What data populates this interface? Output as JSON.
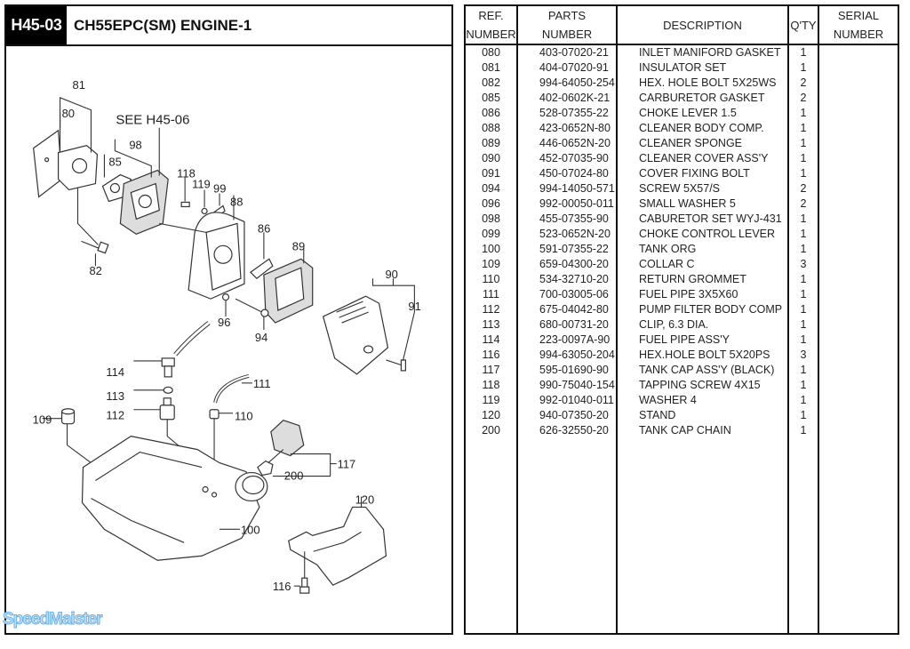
{
  "header": {
    "diagram_code": "H45-03",
    "diagram_title": "CH55EPC(SM) ENGINE-1"
  },
  "diagram": {
    "see_reference": "SEE H45-06",
    "callouts": [
      "81",
      "80",
      "98",
      "85",
      "118",
      "119",
      "99",
      "88",
      "86",
      "89",
      "82",
      "96",
      "94",
      "90",
      "91",
      "114",
      "111",
      "113",
      "112",
      "110",
      "109",
      "117",
      "200",
      "100",
      "120",
      "116"
    ]
  },
  "watermark": "SpeedMaister",
  "table": {
    "headers": {
      "ref": [
        "REF.",
        "NUMBER"
      ],
      "parts": [
        "PARTS",
        "NUMBER"
      ],
      "description": "DESCRIPTION",
      "qty": "Q'TY",
      "serial": [
        "SERIAL",
        "NUMBER"
      ]
    },
    "rows": [
      {
        "ref": "080",
        "part": "403-07020-21",
        "desc": "INLET MANIFORD GASKET",
        "qty": "1",
        "serial": ""
      },
      {
        "ref": "081",
        "part": "404-07020-91",
        "desc": "INSULATOR SET",
        "qty": "1",
        "serial": ""
      },
      {
        "ref": "082",
        "part": "994-64050-254",
        "desc": "HEX. HOLE BOLT 5X25WS",
        "qty": "2",
        "serial": ""
      },
      {
        "ref": "085",
        "part": "402-0602K-21",
        "desc": "CARBURETOR GASKET",
        "qty": "2",
        "serial": ""
      },
      {
        "ref": "086",
        "part": "528-07355-22",
        "desc": "CHOKE LEVER 1.5",
        "qty": "1",
        "serial": ""
      },
      {
        "ref": "088",
        "part": "423-0652N-80",
        "desc": "CLEANER BODY COMP.",
        "qty": "1",
        "serial": ""
      },
      {
        "ref": "089",
        "part": "446-0652N-20",
        "desc": "CLEANER SPONGE",
        "qty": "1",
        "serial": ""
      },
      {
        "ref": "090",
        "part": "452-07035-90",
        "desc": "CLEANER COVER ASS'Y",
        "qty": "1",
        "serial": ""
      },
      {
        "ref": "091",
        "part": "450-07024-80",
        "desc": "COVER FIXING BOLT",
        "qty": "1",
        "serial": ""
      },
      {
        "ref": "094",
        "part": "994-14050-571",
        "desc": "SCREW 5X57/S",
        "qty": "2",
        "serial": ""
      },
      {
        "ref": "096",
        "part": "992-00050-011",
        "desc": "SMALL WASHER 5",
        "qty": "2",
        "serial": ""
      },
      {
        "ref": "098",
        "part": "455-07355-90",
        "desc": "CABURETOR SET WYJ-431",
        "qty": "1",
        "serial": ""
      },
      {
        "ref": "099",
        "part": "523-0652N-20",
        "desc": "CHOKE CONTROL LEVER",
        "qty": "1",
        "serial": ""
      },
      {
        "ref": "100",
        "part": "591-07355-22",
        "desc": "TANK ORG",
        "qty": "1",
        "serial": ""
      },
      {
        "ref": "109",
        "part": "659-04300-20",
        "desc": "COLLAR C",
        "qty": "3",
        "serial": ""
      },
      {
        "ref": "110",
        "part": "534-32710-20",
        "desc": "RETURN GROMMET",
        "qty": "1",
        "serial": ""
      },
      {
        "ref": "111",
        "part": "700-03005-06",
        "desc": "FUEL PIPE 3X5X60",
        "qty": "1",
        "serial": ""
      },
      {
        "ref": "112",
        "part": "675-04042-80",
        "desc": "PUMP FILTER BODY COMP",
        "qty": "1",
        "serial": ""
      },
      {
        "ref": "113",
        "part": "680-00731-20",
        "desc": "CLIP, 6.3 DIA.",
        "qty": "1",
        "serial": ""
      },
      {
        "ref": "114",
        "part": "223-0097A-90",
        "desc": "FUEL PIPE ASS'Y",
        "qty": "1",
        "serial": ""
      },
      {
        "ref": "116",
        "part": "994-63050-204",
        "desc": "HEX.HOLE BOLT 5X20PS",
        "qty": "3",
        "serial": ""
      },
      {
        "ref": "117",
        "part": "595-01690-90",
        "desc": "TANK CAP ASS'Y (BLACK)",
        "qty": "1",
        "serial": ""
      },
      {
        "ref": "118",
        "part": "990-75040-154",
        "desc": "TAPPING SCREW 4X15",
        "qty": "1",
        "serial": ""
      },
      {
        "ref": "119",
        "part": "992-01040-011",
        "desc": "WASHER 4",
        "qty": "1",
        "serial": ""
      },
      {
        "ref": "120",
        "part": "940-07350-20",
        "desc": "STAND",
        "qty": "1",
        "serial": ""
      },
      {
        "ref": "200",
        "part": "626-32550-20",
        "desc": "TANK CAP CHAIN",
        "qty": "1",
        "serial": ""
      }
    ]
  }
}
